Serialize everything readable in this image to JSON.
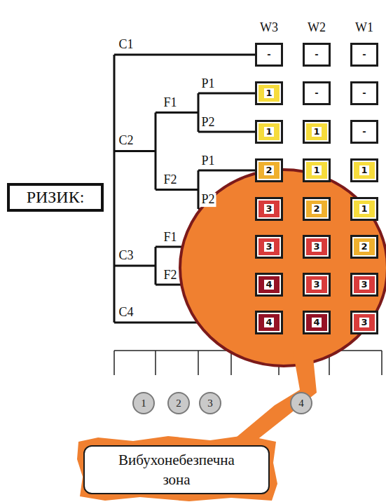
{
  "diagram": {
    "nodes": [
      {
        "text": [
          "РИЗИК:"
        ]
      },
      {
        "text": [
          "-"
        ]
      },
      {
        "text": [
          "-"
        ]
      },
      {
        "text": [
          "-"
        ]
      },
      {
        "text": [
          "1"
        ]
      },
      {
        "text": [
          "-"
        ]
      },
      {
        "text": [
          "-"
        ]
      },
      {
        "text": [
          "1"
        ]
      },
      {
        "text": [
          "1"
        ]
      },
      {
        "text": [
          "-"
        ]
      },
      {
        "text": [
          "2"
        ]
      },
      {
        "text": [
          "1"
        ]
      },
      {
        "text": [
          "1"
        ]
      },
      {
        "text": [
          "3"
        ]
      },
      {
        "text": [
          "2"
        ]
      },
      {
        "text": [
          "1"
        ]
      },
      {
        "text": [
          "3"
        ]
      },
      {
        "text": [
          "3"
        ]
      },
      {
        "text": [
          "2"
        ]
      },
      {
        "text": [
          "4"
        ]
      },
      {
        "text": [
          "3"
        ]
      },
      {
        "text": [
          "3"
        ]
      },
      {
        "text": [
          "4"
        ]
      },
      {
        "text": [
          "4"
        ]
      },
      {
        "text": [
          "3"
        ]
      },
      {
        "text": [
          "1"
        ]
      },
      {
        "text": [
          "2"
        ]
      },
      {
        "text": [
          "3"
        ]
      },
      {
        "text": [
          "4"
        ]
      },
      {
        "text": [
          "Вибухонебезпечна зона"
        ]
      }
    ],
    "labels": [
      "W3",
      "W2",
      "W1",
      "C1",
      "C2",
      "F1",
      "P1",
      "P2",
      "F2",
      "P1",
      "P2",
      "C3",
      "F1",
      "F2",
      "C4"
    ]
  }
}
